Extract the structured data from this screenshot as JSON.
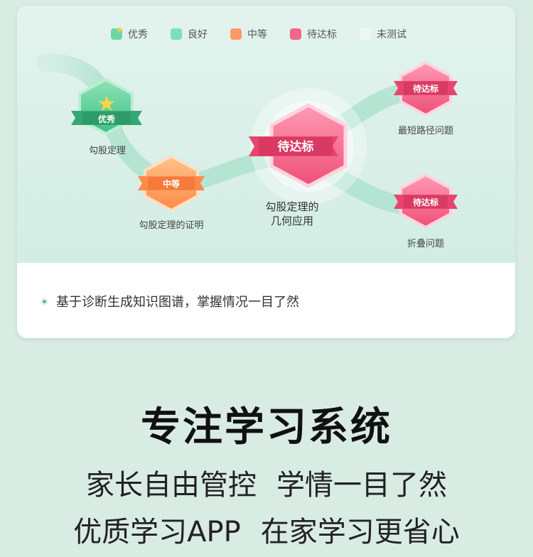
{
  "legend": [
    {
      "label": "优秀",
      "color": "#6ed6a4",
      "icon": "star-icon"
    },
    {
      "label": "良好",
      "color": "#7de0b4"
    },
    {
      "label": "中等",
      "color": "#ff9a66"
    },
    {
      "label": "待达标",
      "color": "#f2668a"
    },
    {
      "label": "未测试",
      "color": "#eef6f8"
    }
  ],
  "nodes": {
    "pythagorean": {
      "badge": "优秀",
      "label": "勾股定理"
    },
    "proof": {
      "badge": "中等",
      "label": "勾股定理的证明"
    },
    "application": {
      "badge": "待达标",
      "label_line1": "勾股定理的",
      "label_line2": "几何应用"
    },
    "shortest_path": {
      "badge": "待达标",
      "label": "最短路径问题"
    },
    "folding": {
      "badge": "待达标",
      "label": "折叠问题"
    }
  },
  "note": "基于诊断生成知识图谱，掌握情况一目了然",
  "headline": "专注学习系统",
  "sub1_a": "家长自由管控",
  "sub1_b": "学情一目了然",
  "sub2_a": "优质学习APP",
  "sub2_b": "在家学习更省心"
}
